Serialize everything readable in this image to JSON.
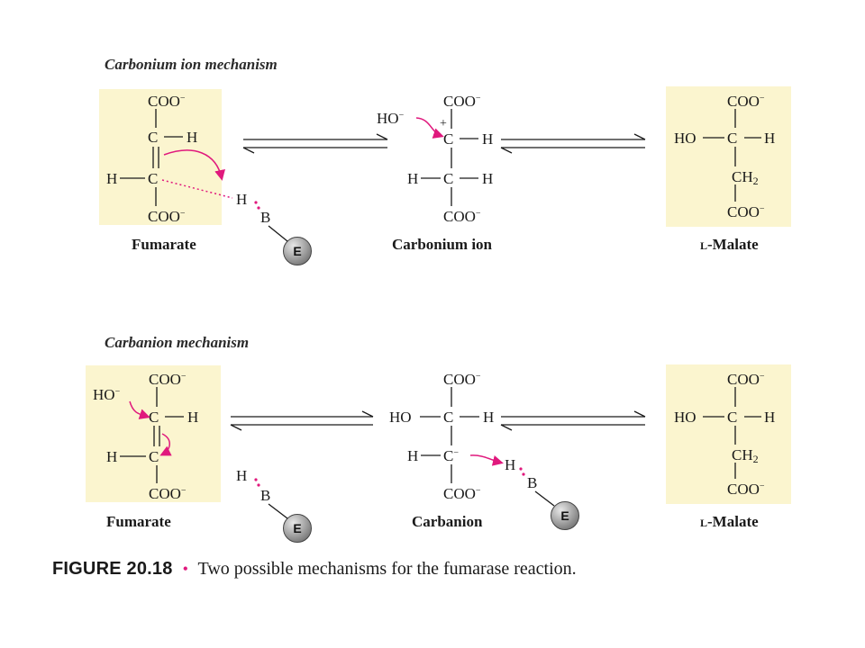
{
  "top": {
    "title": "Carbonium ion mechanism",
    "fumarate": {
      "c1": "COO",
      "c2": "C",
      "h2": "H",
      "h3": "H",
      "c3": "C",
      "c4": "COO",
      "label": "Fumarate"
    },
    "base": {
      "h": "H",
      "b": "B",
      "e": "E"
    },
    "ion": {
      "ho": "HO",
      "c1": "COO",
      "c2": "C",
      "h2": "H",
      "h3a": "H",
      "c3": "C",
      "h3b": "H",
      "c4": "COO",
      "label": "Carbonium ion",
      "plus": "+"
    },
    "malate": {
      "c1": "COO",
      "ho": "HO",
      "c2": "C",
      "h2": "H",
      "ch2": "CH",
      "ch2sub": "2",
      "c4": "COO",
      "label_small": "L",
      "label_rest": "-Malate"
    }
  },
  "bottom": {
    "title": "Carbanion mechanism",
    "fumarate": {
      "ho": "HO",
      "c1": "COO",
      "c2": "C",
      "h2": "H",
      "h3": "H",
      "c3": "C",
      "c4": "COO",
      "label": "Fumarate"
    },
    "base": {
      "h": "H",
      "b": "B",
      "e": "E"
    },
    "anion": {
      "c1": "COO",
      "ho": "HO",
      "c2": "C",
      "h2": "H",
      "h3": "H",
      "c3": "C",
      "hb": "H",
      "b": "B",
      "e": "E",
      "c4": "COO",
      "label": "Carbanion"
    },
    "malate": {
      "c1": "COO",
      "ho": "HO",
      "c2": "C",
      "h2": "H",
      "ch2": "CH",
      "ch2sub": "2",
      "c4": "COO",
      "label_small": "L",
      "label_rest": "-Malate"
    }
  },
  "caption": {
    "figure": "FIGURE 20.18",
    "bullet": "•",
    "text": "Two possible mechanisms for the fumarase reaction."
  },
  "colors": {
    "panel": "#fbf5cf",
    "accent": "#e0197d",
    "enzyme": "#8c8c8c"
  }
}
